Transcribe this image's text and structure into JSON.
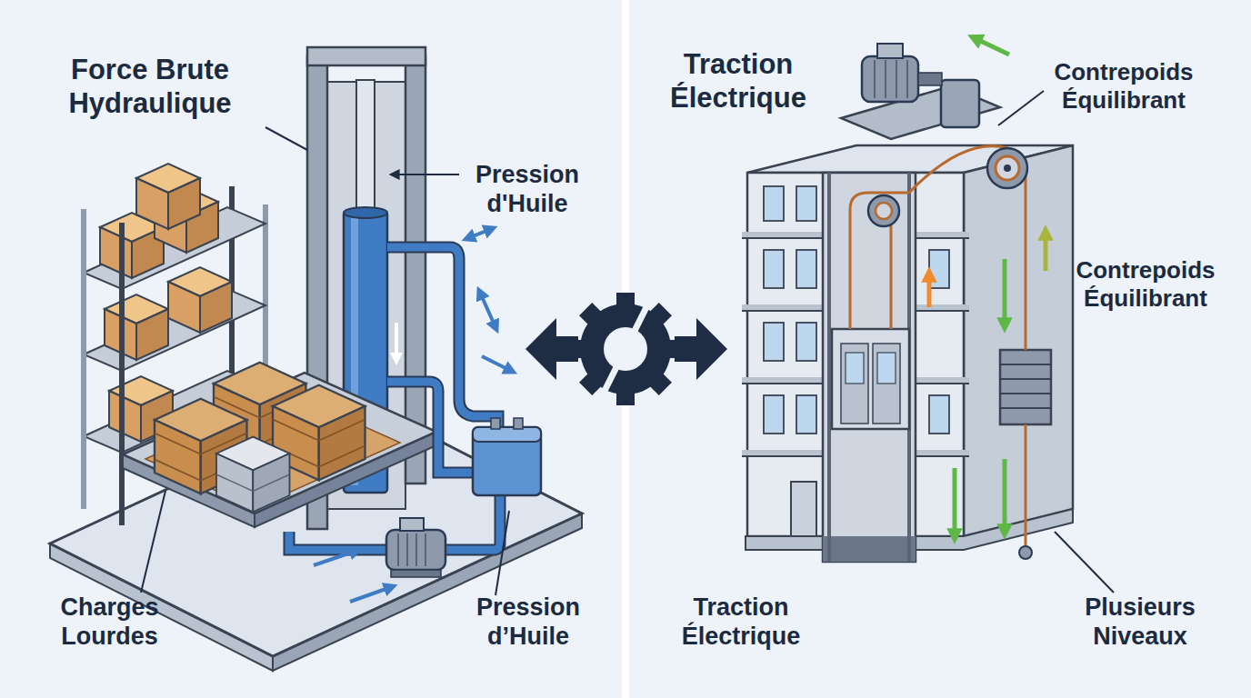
{
  "diagram": {
    "labels": [
      "Force Brute Hydraulique",
      "Pression d'Huile",
      "Charges Lourdes",
      "Pression d’Huile",
      "Traction Électrique",
      "Contrepoids Équilibrant",
      "Contrepoids Équilibrant",
      "Traction Électrique",
      "Plusieurs Niveaux"
    ]
  }
}
